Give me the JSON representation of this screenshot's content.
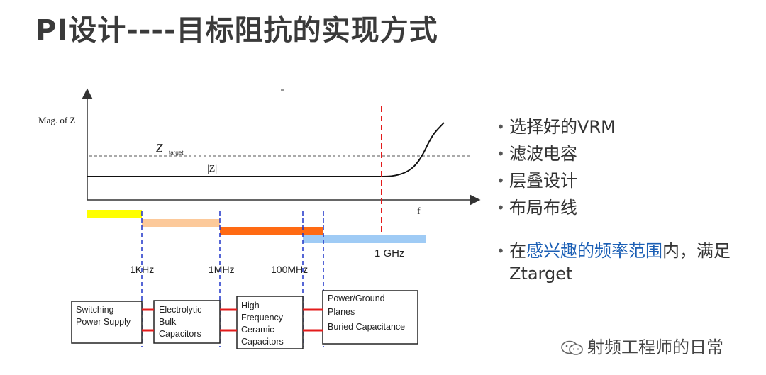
{
  "title": "PI设计----目标阻抗的实现方式",
  "diagram": {
    "y_axis_label": "Mag. of Z",
    "x_axis_label": "f",
    "z_target_symbol": "Z",
    "z_target_sub": "target",
    "z_curve_label": "|Z|",
    "freq_labels": {
      "f1": "1KHz",
      "f2": "1MHz",
      "f3": "100MHz",
      "f4": "1 GHz"
    },
    "boxes": {
      "vrm": [
        "Switching",
        "Power Supply"
      ],
      "bulk": [
        "Electrolytic",
        "Bulk",
        "Capacitors"
      ],
      "ceramic": [
        "High",
        "Frequency",
        "Ceramic",
        "Capacitors"
      ],
      "planes": [
        "Power/Ground",
        "Planes",
        "Buried Capacitance"
      ]
    },
    "colors": {
      "yellow": "#ffff00",
      "peach": "#fcc99a",
      "orange": "#ff6a13",
      "lightblue": "#9fcbf5",
      "dash_blue": "#1f34c8",
      "red": "#e31b1b"
    }
  },
  "bullets": {
    "b1": "选择好的VRM",
    "b2": "滤波电容",
    "b3": "层叠设计",
    "b4": "布局布线",
    "b5_pre": "在",
    "b5_hl": "感兴趣的频率范围",
    "b5_post": "内，满足Ztarget"
  },
  "watermark": "射频工程师的日常"
}
